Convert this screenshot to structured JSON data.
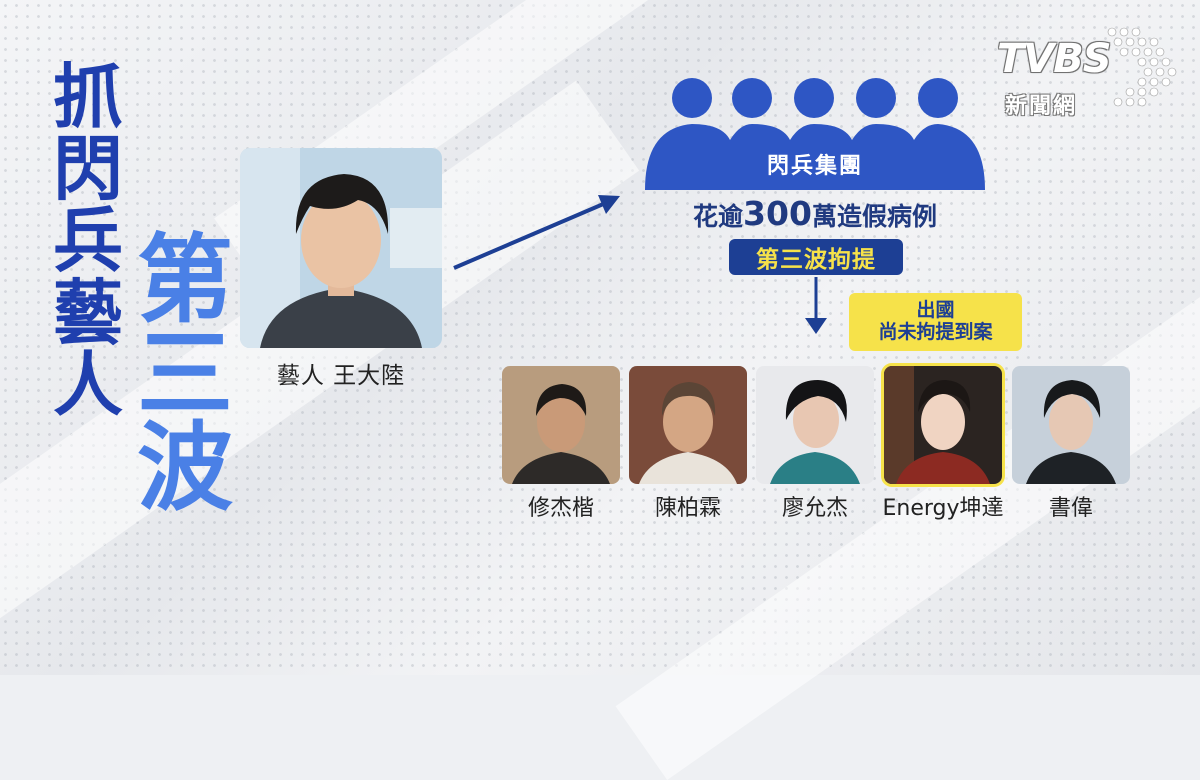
{
  "headline": {
    "line1_chars": [
      "抓",
      "閃",
      "兵",
      "藝",
      "人"
    ],
    "line2_chars": [
      "第",
      "三",
      "波"
    ]
  },
  "featured": {
    "caption": "藝人 王大陸"
  },
  "group": {
    "label": "閃兵集團",
    "cost_prefix": "花逾",
    "cost_number": "300",
    "cost_suffix": "萬造假病例",
    "badge": "第三波拘提"
  },
  "abroad_note": {
    "line1": "出國",
    "line2": "尚未拘提到案"
  },
  "celebrities": [
    {
      "name": "修杰楷"
    },
    {
      "name": "陳柏霖"
    },
    {
      "name": "廖允杰"
    },
    {
      "name": "Energy坤達"
    },
    {
      "name": "書偉"
    }
  ],
  "logo": {
    "brand": "TVBS",
    "sub": "新聞網"
  },
  "colors": {
    "dark_blue": "#1d3f94",
    "mid_blue": "#4a80e6",
    "yellow": "#f6e24a",
    "people_icon_blue": "#2e56c4"
  },
  "icons": {
    "people_group": "people-group-icon",
    "arrow": "arrow-icon"
  }
}
